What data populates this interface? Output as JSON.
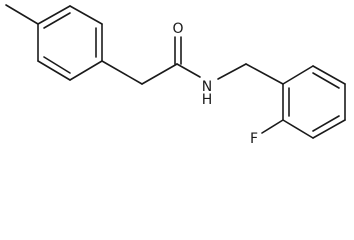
{
  "molecule": {
    "atoms": {
      "oxygen": "O",
      "nitrogen": "N",
      "hydrogen": "H",
      "fluorine": "F"
    }
  }
}
